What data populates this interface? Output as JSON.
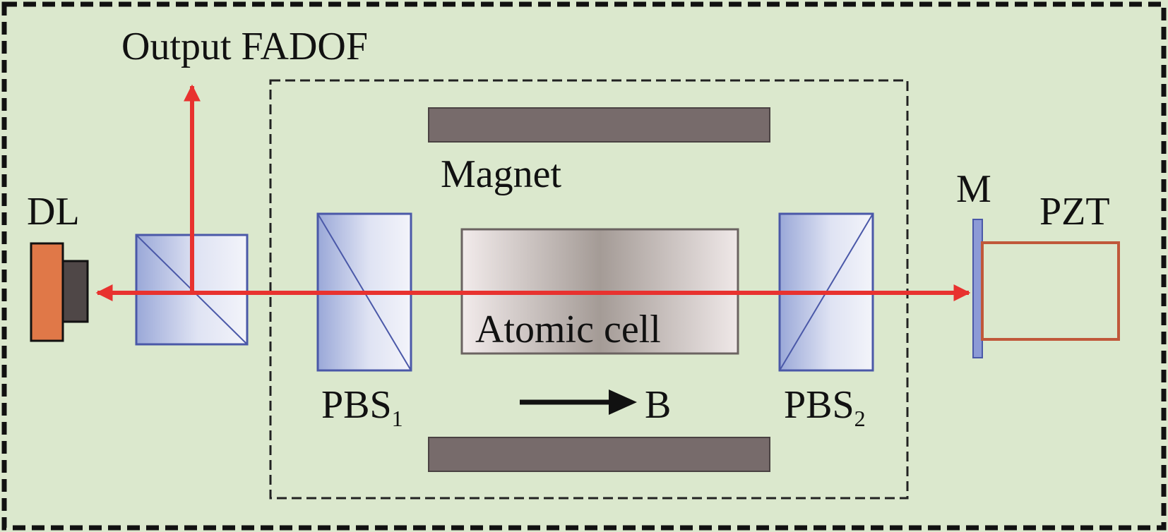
{
  "labels": {
    "output": "Output FADOF",
    "dl": "DL",
    "magnet": "Magnet",
    "atomic_cell": "Atomic cell",
    "pbs1_main": "PBS",
    "pbs1_sub": "1",
    "pbs2_main": "PBS",
    "pbs2_sub": "2",
    "field": "B",
    "mirror": "M",
    "pzt": "PZT"
  },
  "colors": {
    "background": "#dbe8cd",
    "border": "#111111",
    "laser_beam": "#e8322f",
    "magnet": "#776b6b",
    "diode_body": "#e07848",
    "diode_head": "#4f4747",
    "pzt": "#c0583a",
    "mirror": "#8c9ad6",
    "splitter_edge": "#4a58a8"
  }
}
